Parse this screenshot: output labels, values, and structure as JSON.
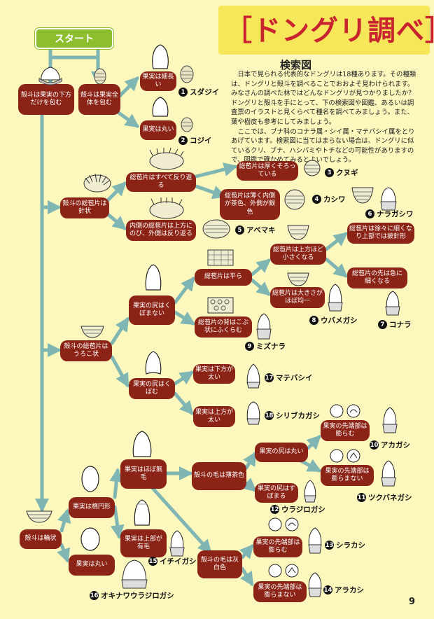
{
  "title": "［ドングリ調べ］",
  "subtitle": "検索図",
  "intro": [
    "日本で見られる代表的なドングリは18種あります。その種類は、ドングリと殻斗を調べることでおおよそ見わけられます。みなさんの調べた林ではどんなドングリが見つかりましたか？　ドングリと殻斗を手にとって、下の検索図や図鑑、あるいは調査票のイラストと見くらべて種名を調べてみましょう。また、葉や樹皮も参考にしてみましょう。",
    "ここでは、ブナ科のコナラ属・シイ属・マテバシイ属をとりあげています。検索図に当てはまらない場合は、ドングリに似ているクリ、ブナ、ハシバミやトチなどの可能性がありますので、図鑑で確かめてみるとよいでしょう。"
  ],
  "start_label": "スタート",
  "nodes": {
    "n_a1": "殻斗は果実の下方だけを包む",
    "n_a2": "殻斗は果実全体を包む",
    "n_b1": "果実は細長い",
    "n_b2": "果実は丸い",
    "n_c0": "殻斗の総苞片は針状",
    "n_c1": "総苞片はすべて反り返る",
    "n_c2": "内側の総苞片は上方にのび、外側は反り返る",
    "n_d1": "総苞片は厚くそろっている",
    "n_d2": "総苞片は薄く内側が茶色、外側が銀色",
    "n_e0": "殻斗の総苞片はうろこ状",
    "n_e1": "果実の尻はくぼまない",
    "n_e2": "果実の尻はくぼむ",
    "n_f1": "総苞片は平ら",
    "n_f2": "総苞片の背はこぶ状にふくらむ",
    "n_g1": "総苞片は上方ほど小さくなる",
    "n_g2": "総苞片は大きさがほぼ均一",
    "n_h1": "総苞片は徐々に細くなり上部では披針形",
    "n_h2": "総苞片の先は急に細くなる",
    "n_i1": "果実は下方が太い",
    "n_i2": "果実は上方が太い",
    "n_j0": "殻斗は輪状",
    "n_j1": "果実は楕円形",
    "n_j2": "果実は丸い",
    "n_k1": "果実はほぼ無毛",
    "n_k2": "果実は上部が有毛",
    "n_l1": "殻斗の毛は薄茶色",
    "n_l2": "殻斗の毛は灰白色",
    "n_m1": "果実の尻は丸い",
    "n_m2": "果実の尻はすぼまる",
    "n_n1": "果実の先端部は膨らむ",
    "n_n2": "果実の先端部は膨らまない",
    "n_o1": "果実の先端部は膨らむ",
    "n_o2": "果実の先端部は膨らまない"
  },
  "species": [
    {
      "num": "1",
      "name": "スダジイ"
    },
    {
      "num": "2",
      "name": "コジイ"
    },
    {
      "num": "3",
      "name": "クヌギ"
    },
    {
      "num": "4",
      "name": "カシワ"
    },
    {
      "num": "5",
      "name": "アベマキ"
    },
    {
      "num": "6",
      "name": "ナラガシワ"
    },
    {
      "num": "7",
      "name": "コナラ"
    },
    {
      "num": "8",
      "name": "ウバメガシ"
    },
    {
      "num": "9",
      "name": "ミズナラ"
    },
    {
      "num": "10",
      "name": "アカガシ"
    },
    {
      "num": "11",
      "name": "ツクバネガシ"
    },
    {
      "num": "12",
      "name": "ウラジロガシ"
    },
    {
      "num": "13",
      "name": "シラカシ"
    },
    {
      "num": "14",
      "name": "アラカシ"
    },
    {
      "num": "15",
      "name": "イチイガシ"
    },
    {
      "num": "16",
      "name": "オキナワウラジロガシ"
    },
    {
      "num": "17",
      "name": "マテバシイ"
    },
    {
      "num": "18",
      "name": "シリブカガシ"
    }
  ],
  "page_number": "9",
  "colors": {
    "node": "#8b2416",
    "arrow": "#7fb6b4",
    "background": "#fbf7bd",
    "title": "#c8232e",
    "title_box": "#f5e65a",
    "start": "#8cbe2e"
  }
}
